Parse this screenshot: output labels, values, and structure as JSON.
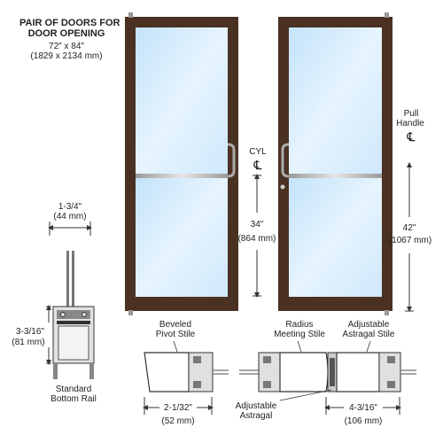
{
  "title": {
    "line1": "PAIR OF DOORS FOR",
    "line2": "DOOR OPENING",
    "size_in": "72\" x 84\"",
    "size_mm": "(1829 x 2134 mm)"
  },
  "labels": {
    "pull_handle": "Pull",
    "pull_handle2": "Handle",
    "handle_cl": "℄",
    "cyl": "CYL",
    "cyl_cl": "℄",
    "dim_34_in": "34\"",
    "dim_34_mm": "(864 mm)",
    "dim_42_in": "42\"",
    "dim_42_mm": "(1067 mm)",
    "dim_134_in": "1-3/4\"",
    "dim_134_mm": "(44 mm)",
    "dim_3316_in": "3-3/16\"",
    "dim_3316_mm": "(81 mm)",
    "bottom_rail_1": "Standard",
    "bottom_rail_2": "Bottom Rail",
    "beveled_1": "Beveled",
    "beveled_2": "Pivot Stile",
    "radius_1": "Radius",
    "radius_2": "Meeting Stile",
    "adj_stile_1": "Adjustable",
    "adj_stile_2": "Astragal Stile",
    "dim_2132_in": "2-1/32\"",
    "dim_2132_mm": "(52 mm)",
    "adj_astragal_1": "Adjustable",
    "adj_astragal_2": "Astragal",
    "dim_4316_in": "4-3/16\"",
    "dim_4316_mm": "(106 mm)"
  },
  "colors": {
    "frame": "#4a3122",
    "frame_dark": "#2e1d13",
    "glass": "#cfe8fb",
    "glass_light": "#eaf6fe",
    "metal": "#b9b9b9",
    "line": "#333333"
  }
}
